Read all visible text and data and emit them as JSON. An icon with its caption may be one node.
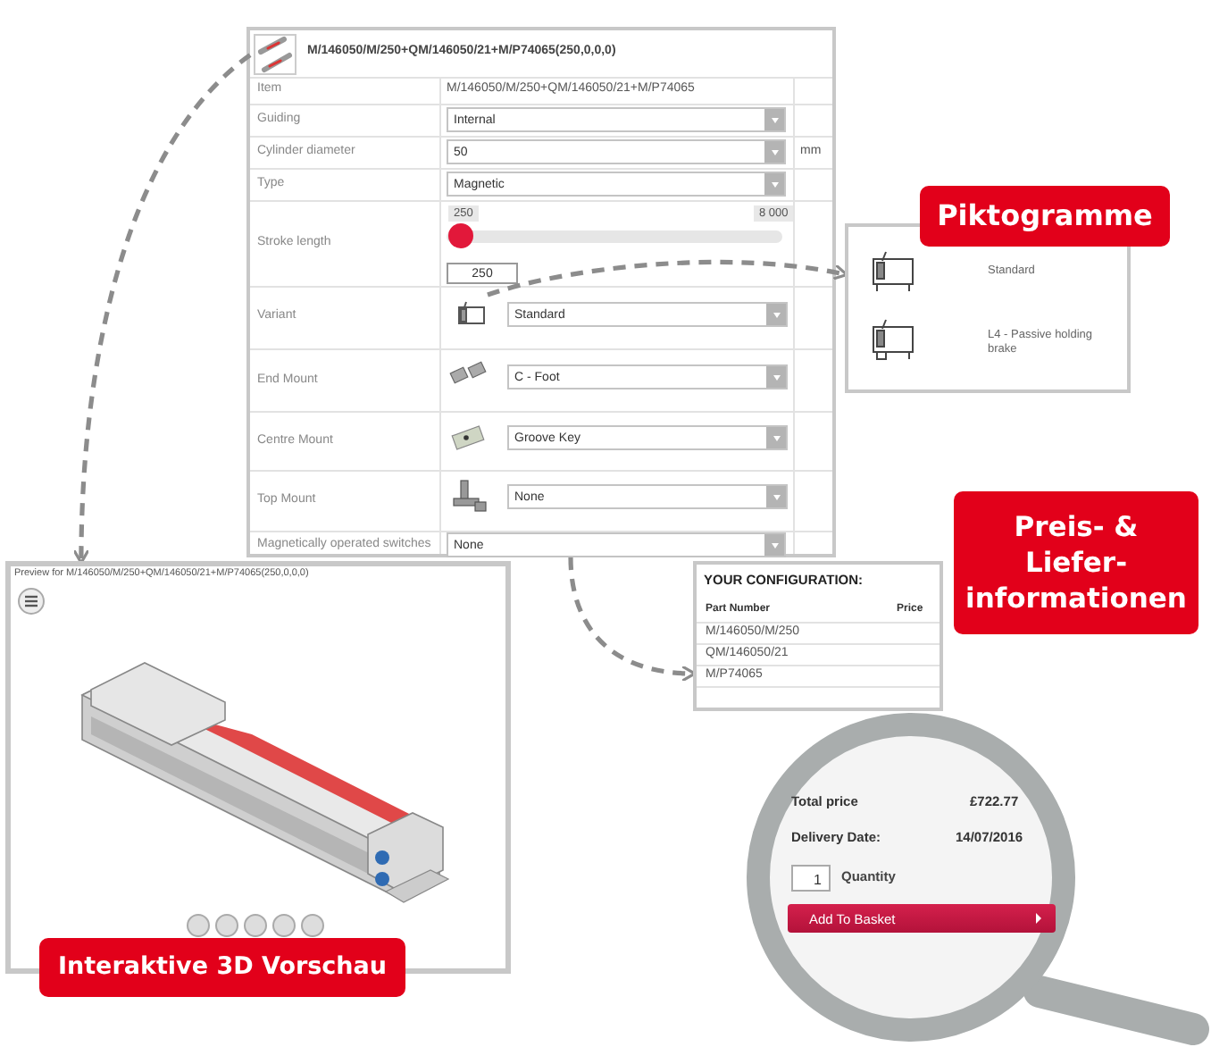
{
  "diagram": {
    "nodes": [
      {
        "text": [
          "M/146050/M/250+QM/146050/21+M/P74065(250,0,0,0)"
        ]
      },
      {
        "text": [],
        "shape": "picture",
        "in": 0
      },
      {
        "text": [],
        "shape": "picture",
        "in": 0
      },
      {
        "text": [
          "Standard",
          "L4 - Passive holding brake"
        ]
      },
      {
        "text": [
          "Piktogramme"
        ]
      },
      {
        "text": [
          "Preview for M/146050/M/250+QM/146050/21+M/P74065(250,0,0,0)"
        ]
      },
      {
        "text": [
          "Interaktive 3D Vorschau"
        ]
      },
      {
        "text": [
          "YOUR CONFIGURATION:"
        ]
      },
      {
        "text": [
          "Total price",
          "£722.77",
          "Delivery Date:",
          "14/07/2016"
        ]
      },
      {
        "text": [
          "Preis- & Liefer-informationen"
        ]
      }
    ],
    "edges": [
      {
        "from": 1,
        "to": 5,
        "arrow": "to",
        "style": "dashed"
      },
      {
        "from": 2,
        "to": 3,
        "arrow": "to",
        "style": "dashed"
      },
      {
        "from": 0,
        "to": 7,
        "arrow": "to",
        "style": "dashed"
      }
    ],
    "labels": [
      "Item",
      "M/146050/M/250+QM/146050/21+M/P74065",
      "Guiding",
      "Internal",
      "Cylinder diameter",
      "50",
      "mm",
      "Type",
      "Magnetic",
      "Stroke length",
      "250",
      "8 000",
      "250",
      "Variant",
      "Standard",
      "End Mount",
      "C - Foot",
      "Centre Mount",
      "Groove Key",
      "Top Mount",
      "None",
      "Magnetically operated switches",
      "None",
      "Part Number",
      "Price",
      "M/146050/M/250",
      "QM/146050/21",
      "M/P74065",
      "1",
      "Quantity",
      "Add To Basket"
    ]
  }
}
